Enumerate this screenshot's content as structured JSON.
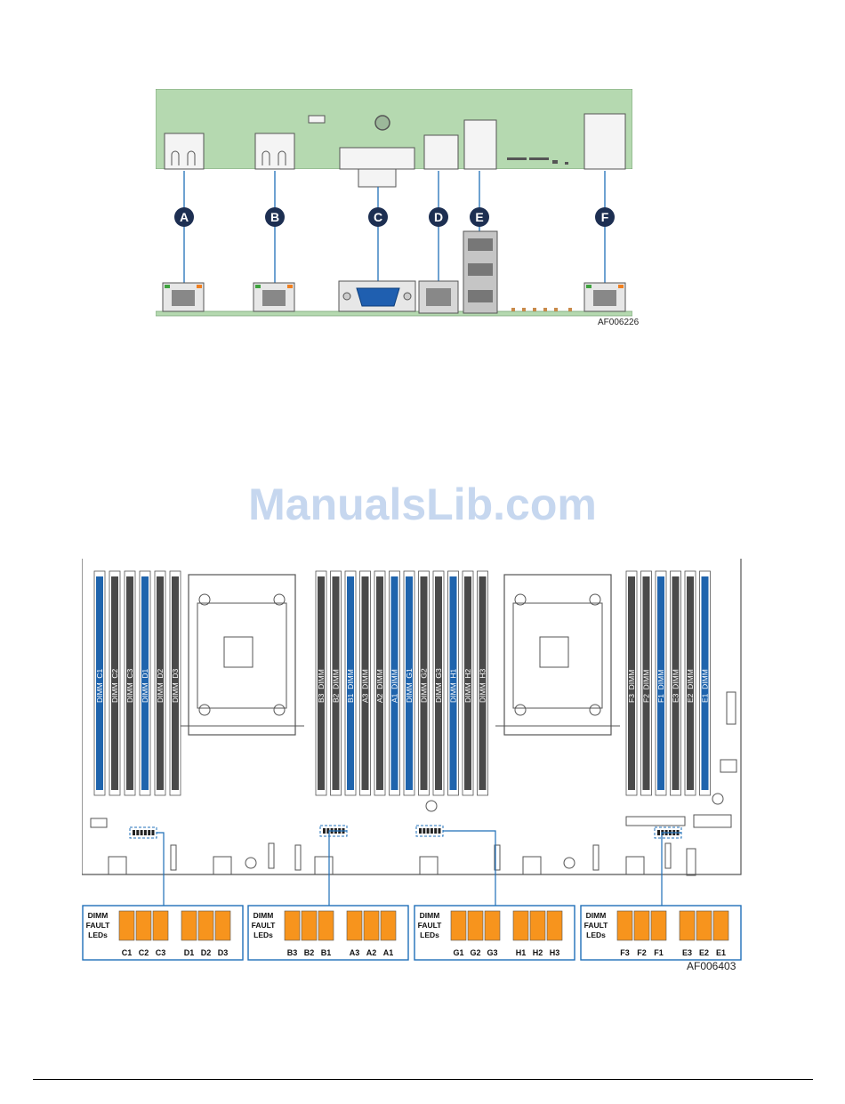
{
  "figure1": {
    "id": "AF006226",
    "callouts": [
      "A",
      "B",
      "C",
      "D",
      "E",
      "F"
    ]
  },
  "watermark": "ManualsLib.com",
  "figure2": {
    "id": "AF006403",
    "left_dimms": [
      "DIMM_C1",
      "DIMM_C2",
      "DIMM_C3",
      "DIMM_D1",
      "DIMM_D2",
      "DIMM_D3"
    ],
    "center_dimms": [
      "B3_DIMM",
      "B2_DIMM",
      "B1_DIMM",
      "A3_DIMM",
      "A2_DIMM",
      "A1_DIMM",
      "DIMM_G1",
      "DIMM_G2",
      "DIMM_G3",
      "DIMM_H1",
      "DIMM_H2",
      "DIMM_H3"
    ],
    "right_dimms": [
      "F3_DIMM",
      "F2_DIMM",
      "F1_DIMM",
      "E3_DIMM",
      "E2_DIMM",
      "E1_DIMM"
    ],
    "led_title_lines": [
      "DIMM",
      "FAULT",
      "LEDs"
    ],
    "led_groups": [
      [
        "C1",
        "C2",
        "C3",
        "D1",
        "D2",
        "D3"
      ],
      [
        "B3",
        "B2",
        "B1",
        "A3",
        "A2",
        "A1"
      ],
      [
        "G1",
        "G2",
        "G3",
        "H1",
        "H2",
        "H3"
      ],
      [
        "F3",
        "F2",
        "F1",
        "E3",
        "E2",
        "E1"
      ]
    ],
    "colors": {
      "board": "#ffffff",
      "dimm_dark": "#4a4a4a",
      "dimm_blue": "#1f64ad",
      "led_orange": "#f7941d",
      "callout_blue": "#1f6fb8"
    }
  }
}
